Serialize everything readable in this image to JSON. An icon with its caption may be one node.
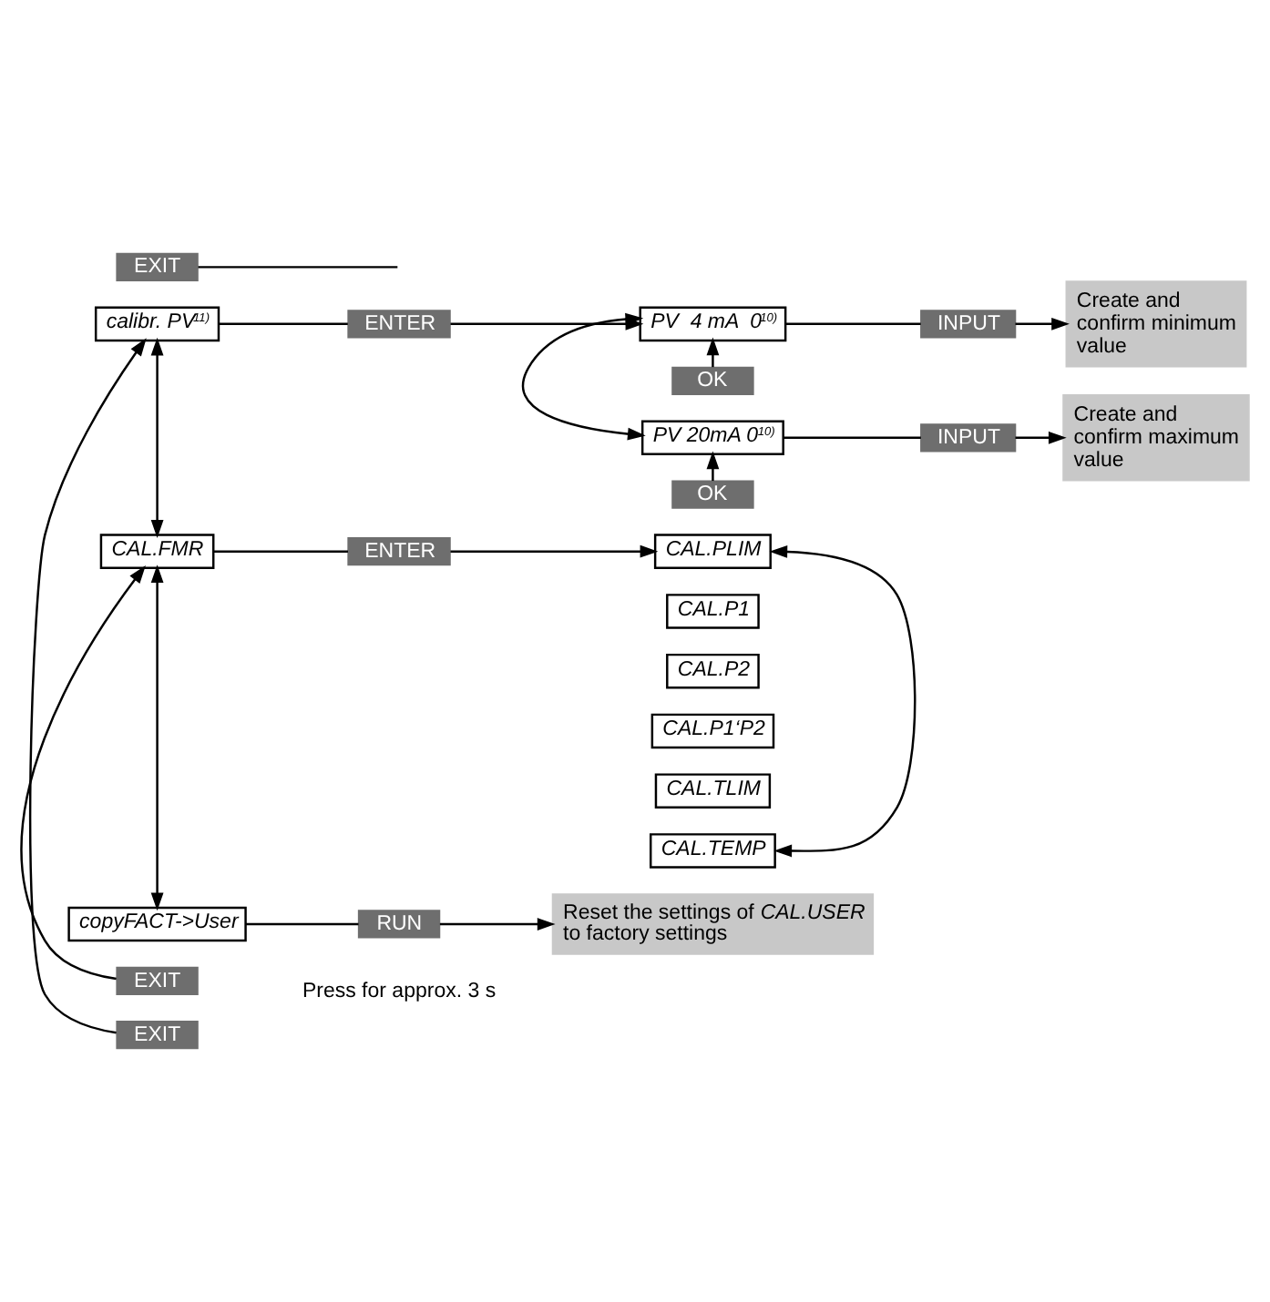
{
  "diagram": {
    "nodes": [
      {
        "text": [
          "calibr. PV$^{11)}$"
        ]
      },
      {
        "text": [
          "ENTER"
        ]
      },
      {
        "text": [
          "PV  4 mA  0$^{10)}$"
        ]
      },
      {
        "text": [
          "INPUT"
        ]
      },
      {
        "text": [
          "Create and confirm minimum value"
        ]
      },
      {
        "text": [
          "OK"
        ]
      },
      {
        "text": [
          "PV 20mA 0$^{10)}$"
        ]
      },
      {
        "text": [
          "INPUT"
        ]
      },
      {
        "text": [
          "Create and confirm maximum value"
        ]
      },
      {
        "text": [
          "OK"
        ]
      },
      {
        "text": [
          "EXIT"
        ]
      },
      {
        "text": [
          "CAL.FMR"
        ]
      },
      {
        "text": [
          "ENTER"
        ]
      },
      {
        "text": [
          "CAL.PLIM"
        ]
      },
      {
        "text": [
          "CAL.P1"
        ]
      },
      {
        "text": [
          "CAL.P2"
        ]
      },
      {
        "text": [
          "CAL.P1‘P2"
        ]
      },
      {
        "text": [
          "CAL.TLIM"
        ]
      },
      {
        "text": [
          "CAL.TEMP"
        ]
      },
      {
        "text": [
          "EXIT"
        ]
      },
      {
        "text": [
          "EXIT"
        ]
      },
      {
        "text": [
          "copyFACT->User"
        ]
      },
      {
        "text": [
          "RUN"
        ],
        "beside": [
          "Press for approx. 3 s"
        ]
      },
      {
        "text": [
          "Reset the settings of *CAL.USER* to factory settings"
        ]
      }
    ],
    "edges": [
      {
        "from": 0,
        "to": 1,
        "arrow": "none"
      },
      {
        "from": 1,
        "to": 2,
        "arrow": "to"
      },
      {
        "from": 2,
        "to": 3,
        "arrow": "none"
      },
      {
        "from": 3,
        "to": 4,
        "arrow": "to"
      },
      {
        "from": 5,
        "to": 2,
        "arrow": "to"
      },
      {
        "from": 2,
        "to": 6,
        "arrow": "both"
      },
      {
        "from": 6,
        "to": 7,
        "arrow": "none"
      },
      {
        "from": 7,
        "to": 8,
        "arrow": "to"
      },
      {
        "from": 9,
        "to": 6,
        "arrow": "to"
      },
      {
        "from": 10,
        "to": 0,
        "arrow": "to"
      },
      {
        "from": 0,
        "to": 11,
        "arrow": "both"
      },
      {
        "from": 11,
        "to": 12,
        "arrow": "none"
      },
      {
        "from": 12,
        "to": 13,
        "arrow": "to"
      },
      {
        "from": 13,
        "to": 18,
        "arrow": "both"
      },
      {
        "from": 19,
        "to": 11,
        "arrow": "to"
      },
      {
        "from": 11,
        "to": 21,
        "arrow": "both"
      },
      {
        "from": 20,
        "to": null,
        "arrow": "none"
      },
      {
        "from": 21,
        "to": 22,
        "arrow": "none"
      },
      {
        "from": 22,
        "to": 23,
        "arrow": "to"
      }
    ]
  }
}
